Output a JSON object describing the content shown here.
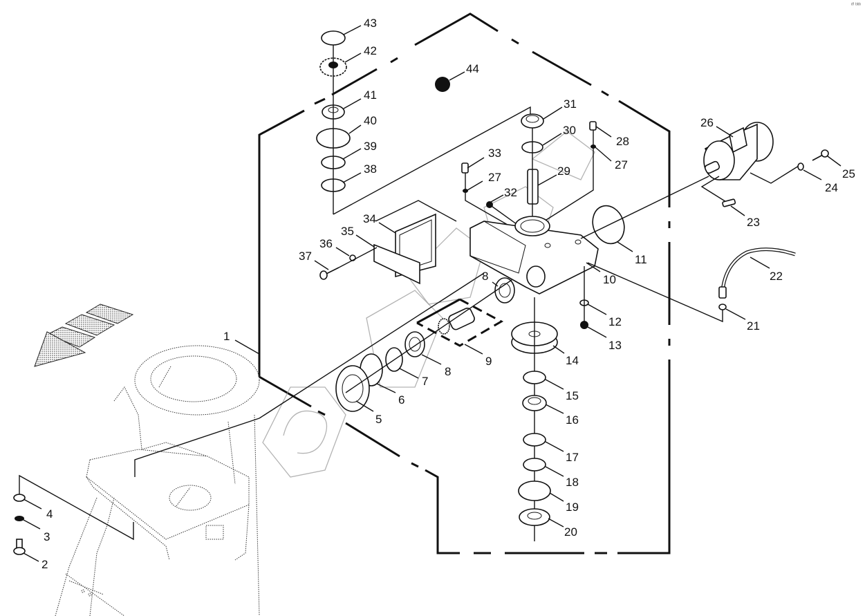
{
  "diagram": {
    "type": "exploded-parts-diagram",
    "corner_mark": "ᵈᶠ ᵇᵇᵇ",
    "direction_arrow": "travel-direction-arrow",
    "watermark": "dealer watermark logo",
    "callouts": [
      {
        "id": "1",
        "label": "1"
      },
      {
        "id": "2",
        "label": "2"
      },
      {
        "id": "3",
        "label": "3"
      },
      {
        "id": "4",
        "label": "4"
      },
      {
        "id": "5",
        "label": "5"
      },
      {
        "id": "6",
        "label": "6"
      },
      {
        "id": "7",
        "label": "7"
      },
      {
        "id": "8a",
        "label": "8"
      },
      {
        "id": "8b",
        "label": "8"
      },
      {
        "id": "9",
        "label": "9"
      },
      {
        "id": "10",
        "label": "10"
      },
      {
        "id": "11",
        "label": "11"
      },
      {
        "id": "12",
        "label": "12"
      },
      {
        "id": "13",
        "label": "13"
      },
      {
        "id": "14",
        "label": "14"
      },
      {
        "id": "15",
        "label": "15"
      },
      {
        "id": "16",
        "label": "16"
      },
      {
        "id": "17",
        "label": "17"
      },
      {
        "id": "18",
        "label": "18"
      },
      {
        "id": "19",
        "label": "19"
      },
      {
        "id": "20",
        "label": "20"
      },
      {
        "id": "21",
        "label": "21"
      },
      {
        "id": "22",
        "label": "22"
      },
      {
        "id": "23",
        "label": "23"
      },
      {
        "id": "24",
        "label": "24"
      },
      {
        "id": "25",
        "label": "25"
      },
      {
        "id": "26",
        "label": "26"
      },
      {
        "id": "27a",
        "label": "27"
      },
      {
        "id": "27b",
        "label": "27"
      },
      {
        "id": "28",
        "label": "28"
      },
      {
        "id": "29",
        "label": "29"
      },
      {
        "id": "30",
        "label": "30"
      },
      {
        "id": "31",
        "label": "31"
      },
      {
        "id": "32",
        "label": "32"
      },
      {
        "id": "33",
        "label": "33"
      },
      {
        "id": "34",
        "label": "34"
      },
      {
        "id": "35",
        "label": "35"
      },
      {
        "id": "36",
        "label": "36"
      },
      {
        "id": "37",
        "label": "37"
      },
      {
        "id": "38",
        "label": "38"
      },
      {
        "id": "39",
        "label": "39"
      },
      {
        "id": "40",
        "label": "40"
      },
      {
        "id": "41",
        "label": "41"
      },
      {
        "id": "42",
        "label": "42"
      },
      {
        "id": "43",
        "label": "43"
      },
      {
        "id": "44",
        "label": "44"
      }
    ]
  }
}
